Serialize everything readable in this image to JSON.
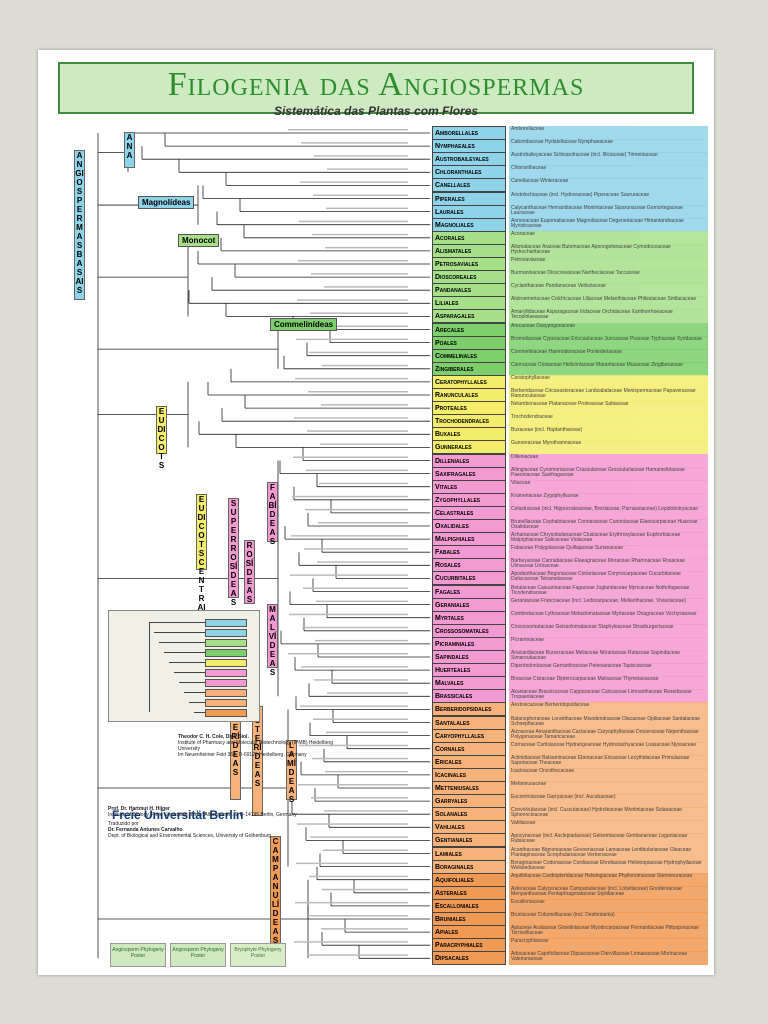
{
  "header": {
    "title": "Filogenia das Angiospermas",
    "subtitle": "Sistemática das Plantas com Flores"
  },
  "clades": {
    "ana": "ANA",
    "angiospermas_basais": "ANGIOSPERMAS BASAIS",
    "magnolideas": "Magnolídeas",
    "monocot": "Monocot",
    "commelinideas": "Commelinídeas",
    "eudicots": "EUDICOTS",
    "eudicots_centrais": "EUDICOTS CENTRAIS",
    "superrosideas": "SUPERROSÍDEAS",
    "rosideas": "ROSÍDEAS",
    "fabideas": "FABÍDEAS",
    "malvideas": "MALVÍDEAS",
    "superasterideas": "SUPERASTERÍDEAS",
    "asterideas": "ASTERÍDEAS",
    "lamideas": "LAMÍDEAS",
    "campanulideas": "CAMPANULÍDEAS"
  },
  "colors": {
    "title_green": "#2f8c2f",
    "title_bg": "#cdeac2",
    "basal": "#8fd3e8",
    "magnoliids": "#8fd3e8",
    "monocots": "#a8e08a",
    "commelinids": "#7ccf6a",
    "basal_eudicots": "#f4ec6b",
    "superrosids": "#f49ad2",
    "superasterids": "#f7b27a",
    "campanulids": "#f19a55"
  },
  "orders": [
    {
      "name": "Amborellales",
      "families": "Amborellaceae",
      "group": "basal"
    },
    {
      "name": "Nymphaeales",
      "families": "Cabombaceae   Hydatellaceae   Nymphaeaceae",
      "group": "basal"
    },
    {
      "name": "Austrobaileyales",
      "families": "Austrobaileyaceae   Schisandraceae (incl. Illiciaceae)   Trimeniaceae",
      "group": "basal"
    },
    {
      "name": "Chloranthales",
      "families": "Chloranthaceae",
      "group": "basal"
    },
    {
      "name": "Canellales",
      "families": "Canellaceae   Winteraceae",
      "group": "magnoliids"
    },
    {
      "name": "Piperales",
      "families": "Aristolochiaceae (incl. Hydnoraceae)   Piperaceae   Saururaceae",
      "group": "magnoliids"
    },
    {
      "name": "Laurales",
      "families": "Calycanthaceae   Hernandiaceae   Monimiaceae   Siparunaceae   Gomortegaceae   Lauraceae",
      "group": "magnoliids"
    },
    {
      "name": "Magnoliales",
      "families": "Annonaceae   Eupomatiaceae   Magnoliaceae   Degeneriaceae   Himantandraceae   Myristicaceae",
      "group": "magnoliids"
    },
    {
      "name": "Acorales",
      "families": "Acoraceae",
      "group": "monocots"
    },
    {
      "name": "Alismatales",
      "families": "Alismataceae   Araceae   Butomaceae   Aponogetonaceae   Cymodoceaceae   Hydrocharitaceae",
      "group": "monocots"
    },
    {
      "name": "Petrosaviales",
      "families": "Petrosaviaceae",
      "group": "monocots"
    },
    {
      "name": "Dioscoreales",
      "families": "Burmanniaceae   Dioscoreaceae   Nartheciaceae   Taccaceae",
      "group": "monocots"
    },
    {
      "name": "Pandanales",
      "families": "Cyclanthaceae   Pandanaceae   Velloziaceae",
      "group": "monocots"
    },
    {
      "name": "Liliales",
      "families": "Alstroemeriaceae   Colchicaceae   Liliaceae   Melanthiaceae   Philesiaceae   Smilacaceae",
      "group": "monocots"
    },
    {
      "name": "Asparagales",
      "families": "Amaryllidaceae   Asparagaceae   Iridaceae   Orchidaceae   Xanthorrhoeaceae   Tecophilaeaceae",
      "group": "monocots"
    },
    {
      "name": "Arecales",
      "families": "Arecaceae   Dasypogonaceae",
      "group": "commelinids"
    },
    {
      "name": "Poales",
      "families": "Bromeliaceae   Cyperaceae   Eriocaulaceae   Juncaceae   Poaceae   Typhaceae   Xyridaceae",
      "group": "commelinids"
    },
    {
      "name": "Commelinales",
      "families": "Commelinaceae   Haemodoraceae   Pontederiaceae",
      "group": "commelinids"
    },
    {
      "name": "Zingiberales",
      "families": "Cannaceae   Costaceae   Heliconiaceae   Marantaceae   Musaceae   Zingiberaceae",
      "group": "commelinids"
    },
    {
      "name": "Ceratophyllales",
      "families": "Ceratophyllaceae",
      "group": "basal_eudicots"
    },
    {
      "name": "Ranunculales",
      "families": "Berberidaceae   Circaeasteraceae   Lardizabalaceae   Menispermaceae   Papaveraceae   Ranunculaceae",
      "group": "basal_eudicots"
    },
    {
      "name": "Proteales",
      "families": "Nelumbonaceae   Platanaceae   Proteaceae   Sabiaceae",
      "group": "basal_eudicots"
    },
    {
      "name": "Trochodendrales",
      "families": "Trochodendraceae",
      "group": "basal_eudicots"
    },
    {
      "name": "Buxales",
      "families": "Buxaceae (incl. Haptanthaceae)",
      "group": "basal_eudicots"
    },
    {
      "name": "Gunnerales",
      "families": "Gunneraceae   Myrothamnaceae",
      "group": "basal_eudicots"
    },
    {
      "name": "Dilleniales",
      "families": "Dilleniaceae",
      "group": "superrosids"
    },
    {
      "name": "Saxifragales",
      "families": "Altingiaceae   Cynomoriaceae   Crassulaceae   Grossulariaceae   Hamamelidaceae   Paeoniaceae   Saxifragaceae",
      "group": "superrosids"
    },
    {
      "name": "Vitales",
      "families": "Vitaceae",
      "group": "superrosids"
    },
    {
      "name": "Zygophyllales",
      "families": "Krameriaceae   Zygophyllaceae",
      "group": "superrosids"
    },
    {
      "name": "Celastrales",
      "families": "Celastraceae (incl. Hippocrateaceae, Brexiaceae, Parnassiaceae)   Lepidobotryaceae",
      "group": "superrosids"
    },
    {
      "name": "Oxalidales",
      "families": "Brunelliaceae   Cephalotaceae   Connaraceae   Cunoniaceae   Elaeocarpaceae   Huaceae   Oxalidaceae",
      "group": "superrosids"
    },
    {
      "name": "Malpighiales",
      "families": "Achariaceae   Chrysobalanaceae   Clusiaceae   Erythroxylaceae   Euphorbiaceae   Malpighiaceae   Salicaceae   Violaceae",
      "group": "superrosids"
    },
    {
      "name": "Fabales",
      "families": "Fabaceae   Polygalaceae   Quillajaceae   Surianaceae",
      "group": "superrosids"
    },
    {
      "name": "Rosales",
      "families": "Barbeyaceae   Cannabaceae   Elaeagnaceae   Moraceae   Rhamnaceae   Rosaceae   Ulmaceae   Urticaceae",
      "group": "superrosids"
    },
    {
      "name": "Cucurbitales",
      "families": "Apodanthaceae   Begoniaceae   Coriariaceae   Corynocarpaceae   Cucurbitaceae   Datiscaceae   Tetramelaceae",
      "group": "superrosids"
    },
    {
      "name": "Fagales",
      "families": "Betulaceae   Casuarinaceae   Fagaceae   Juglandaceae   Myricaceae   Nothofagaceae   Ticodendraceae",
      "group": "superrosids"
    },
    {
      "name": "Geraniales",
      "families": "Geraniaceae   Francoaceae (incl. Ledocarpaceae, Melianthaceae, Vivianiaceae)",
      "group": "superrosids"
    },
    {
      "name": "Myrtales",
      "families": "Combretaceae   Lythraceae   Melastomataceae   Myrtaceae   Onagraceae   Vochysiaceae",
      "group": "superrosids"
    },
    {
      "name": "Crossosomatales",
      "families": "Crossosomataceae   Geissolomataceae   Staphyleaceae   Strasburgeriaceae",
      "group": "superrosids"
    },
    {
      "name": "Picramniales",
      "families": "Picramniaceae",
      "group": "superrosids"
    },
    {
      "name": "Sapindales",
      "families": "Anacardiaceae   Burseraceae   Meliaceae   Nitrariaceae   Rutaceae   Sapindaceae   Simaroubaceae",
      "group": "superrosids"
    },
    {
      "name": "Huerteales",
      "families": "Dipentodontaceae   Gerrardinaceae   Petenaeaceae   Tapisciaceae",
      "group": "superrosids"
    },
    {
      "name": "Malvales",
      "families": "Bixaceae   Cistaceae   Dipterocarpaceae   Malvaceae   Thymelaeaceae",
      "group": "superrosids"
    },
    {
      "name": "Brassicales",
      "families": "Akaniaceae   Brassicaceae   Capparaceae   Caricaceae   Limnanthaceae   Resedaceae   Tropaeolaceae",
      "group": "superrosids"
    },
    {
      "name": "Berberidopsidales",
      "families": "Aextoxicaceae   Berberidopsidaceae",
      "group": "superasterids"
    },
    {
      "name": "Santalales",
      "families": "Balanophoraceae   Loranthaceae   Misodendraceae   Olacaceae   Opiliaceae   Santalaceae   Schoepfiaceae",
      "group": "superasterids"
    },
    {
      "name": "Caryophyllales",
      "families": "Aizoaceae   Amaranthaceae   Cactaceae   Caryophyllaceae   Droseraceae   Nepenthaceae   Polygonaceae   Tamaricaceae",
      "group": "superasterids"
    },
    {
      "name": "Cornales",
      "families": "Cornaceae   Curtisiaceae   Hydrangeaceae   Hydrostachyaceae   Loasaceae   Nyssaceae",
      "group": "superasterids"
    },
    {
      "name": "Ericales",
      "families": "Actinidiaceae   Balsaminaceae   Ebenaceae   Ericaceae   Lecythidaceae   Primulaceae   Sapotaceae   Theaceae",
      "group": "superasterids"
    },
    {
      "name": "Icacinales",
      "families": "Icacinaceae   Oncothecaceae",
      "group": "superasterids"
    },
    {
      "name": "Metteniusales",
      "families": "Metteniusaceae",
      "group": "superasterids"
    },
    {
      "name": "Garryales",
      "families": "Eucommiaceae   Garryaceae (incl. Aucubaceae)",
      "group": "superasterids"
    },
    {
      "name": "Solanales",
      "families": "Convolvulaceae (incl. Cuscutaceae)   Hydroleaceae   Montiniaceae   Solanaceae   Sphenocleaceae",
      "group": "superasterids"
    },
    {
      "name": "Vahliales",
      "families": "Vahliaceae",
      "group": "superasterids"
    },
    {
      "name": "Gentianales",
      "families": "Apocynaceae (incl. Asclepiadaceae)   Gelsemiaceae   Gentianaceae   Loganiaceae   Rubiaceae",
      "group": "superasterids"
    },
    {
      "name": "Lamiales",
      "families": "Acanthaceae   Bignoniaceae   Gesneriaceae   Lamiaceae   Lentibulariaceae   Oleaceae   Plantaginaceae   Scrophulariaceae   Verbenaceae",
      "group": "superasterids"
    },
    {
      "name": "Boraginales",
      "families": "Boraginaceae   Codonaceae   Cordiaceae   Ehretiaceae   Heliotropiaceae   Hydrophyllaceae   Wellstediaceae",
      "group": "superasterids"
    },
    {
      "name": "Aquifoliales",
      "families": "Aquifoliaceae   Cardiopteridaceae   Helwingiaceae   Phyllonomaceae   Stemonuraceae",
      "group": "campanulids"
    },
    {
      "name": "Asterales",
      "families": "Asteraceae   Calyceraceae   Campanulaceae (incl. Lobeliaceae)   Goodeniaceae   Menyanthaceae   Pentaphragmataceae   Stylidiaceae",
      "group": "campanulids"
    },
    {
      "name": "Escalloniales",
      "families": "Escalloniaceae",
      "group": "campanulids"
    },
    {
      "name": "Bruniales",
      "families": "Bruniaceae   Columelliaceae (incl. Desfontainia)",
      "group": "campanulids"
    },
    {
      "name": "Apiales",
      "families": "Apiaceae   Araliaceae   Griseliniaceae   Myodocarpaceae   Pennantiaceae   Pittosporaceae   Torricelliaceae",
      "group": "campanulids"
    },
    {
      "name": "Paracryphiales",
      "families": "Paracryphiaceae",
      "group": "campanulids"
    },
    {
      "name": "Dipsacales",
      "families": "Adoxaceae   Caprifoliaceae   Dipsacaceae   Diervillaceae   Linnaeaceae   Morinaceae   Valerianaceae",
      "group": "campanulids"
    }
  ],
  "credits": {
    "author1": "Theodor C. H. Cole, Dipl. Biol.",
    "author1_inst": "Institute of Pharmacy and Molecular Biotechnology (IPMB) Heidelberg University",
    "author1_addr": "Im Neuenheimer Feld 364, D-69120 Heidelberg, Germany",
    "logo": "Freie Universität Berlin",
    "author2": "Prof. Dr. Hartmut H. Hilger",
    "author2_inst": "Institute of Biology, Freie Universität Berlin, Altensteinstr. 6, D-14195 Berlin, Germany",
    "translator_label": "Traduzido por",
    "translator": "Dr. Fernanda Antunes Carvalho",
    "translator_inst": "Dept. of Biological and Environmental Sciences, University of Gothenburg",
    "stamp1": "Angiosperm Phylogeny Poster",
    "stamp2": "Angiosperm Phylogeny Poster",
    "stamp3": "Bryophyte Phylogeny Poster"
  }
}
